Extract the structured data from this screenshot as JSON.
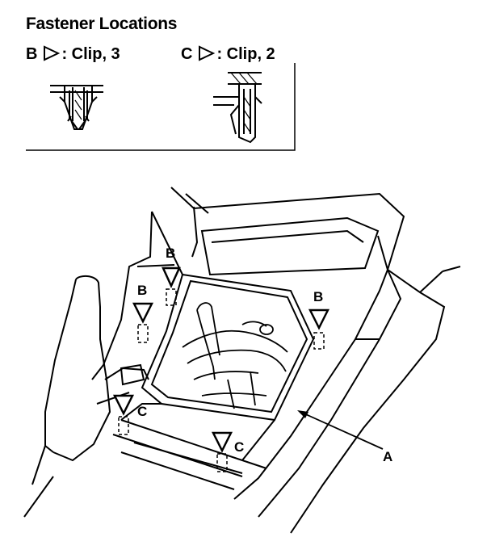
{
  "title": "Fastener Locations",
  "legend": {
    "b": {
      "letter": "B",
      "text": ": Clip, 3"
    },
    "c": {
      "letter": "C",
      "text": ": Clip, 2"
    }
  },
  "callouts": {
    "b_letter": "B",
    "c_letter": "C",
    "a_letter": "A"
  }
}
